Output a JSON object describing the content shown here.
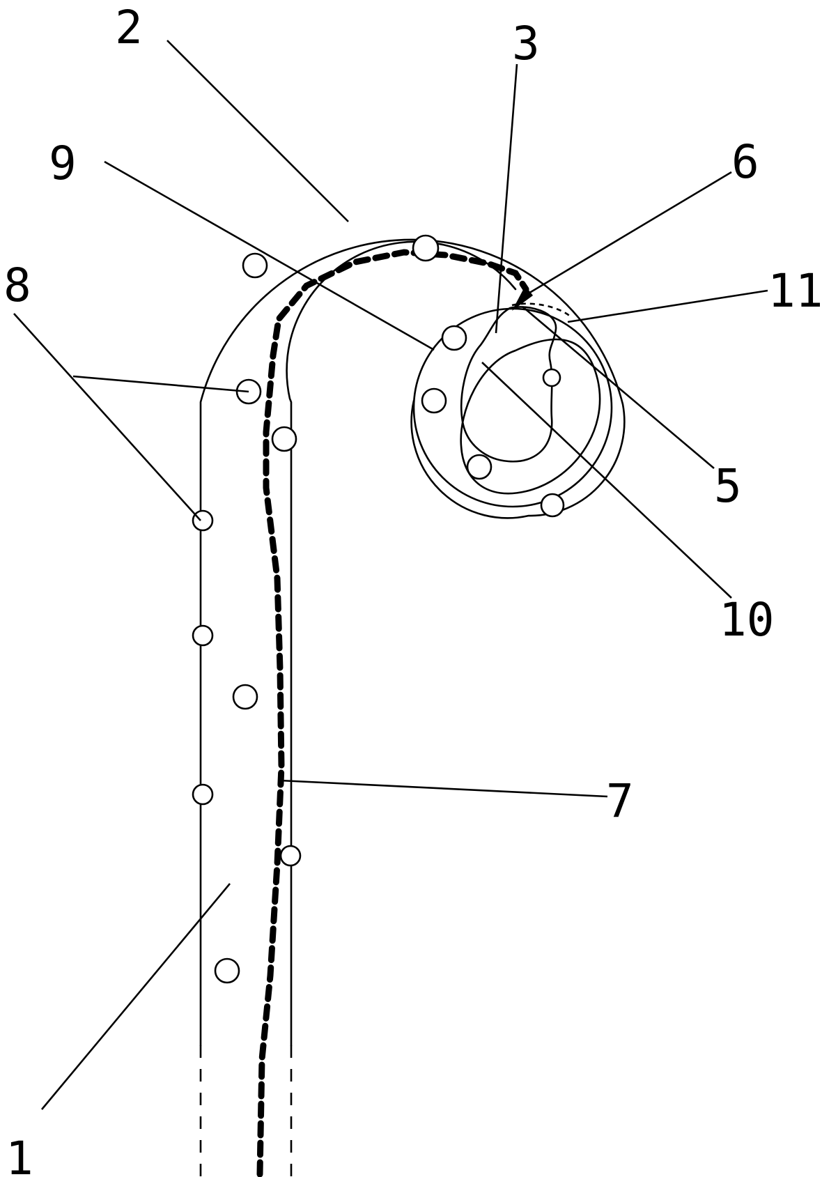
{
  "labels": {
    "l1": "1",
    "l2": "2",
    "l3": "3",
    "l5": "5",
    "l6": "6",
    "l7": "7",
    "l8": "8",
    "l9": "9",
    "l10": "10",
    "l11": "11"
  }
}
